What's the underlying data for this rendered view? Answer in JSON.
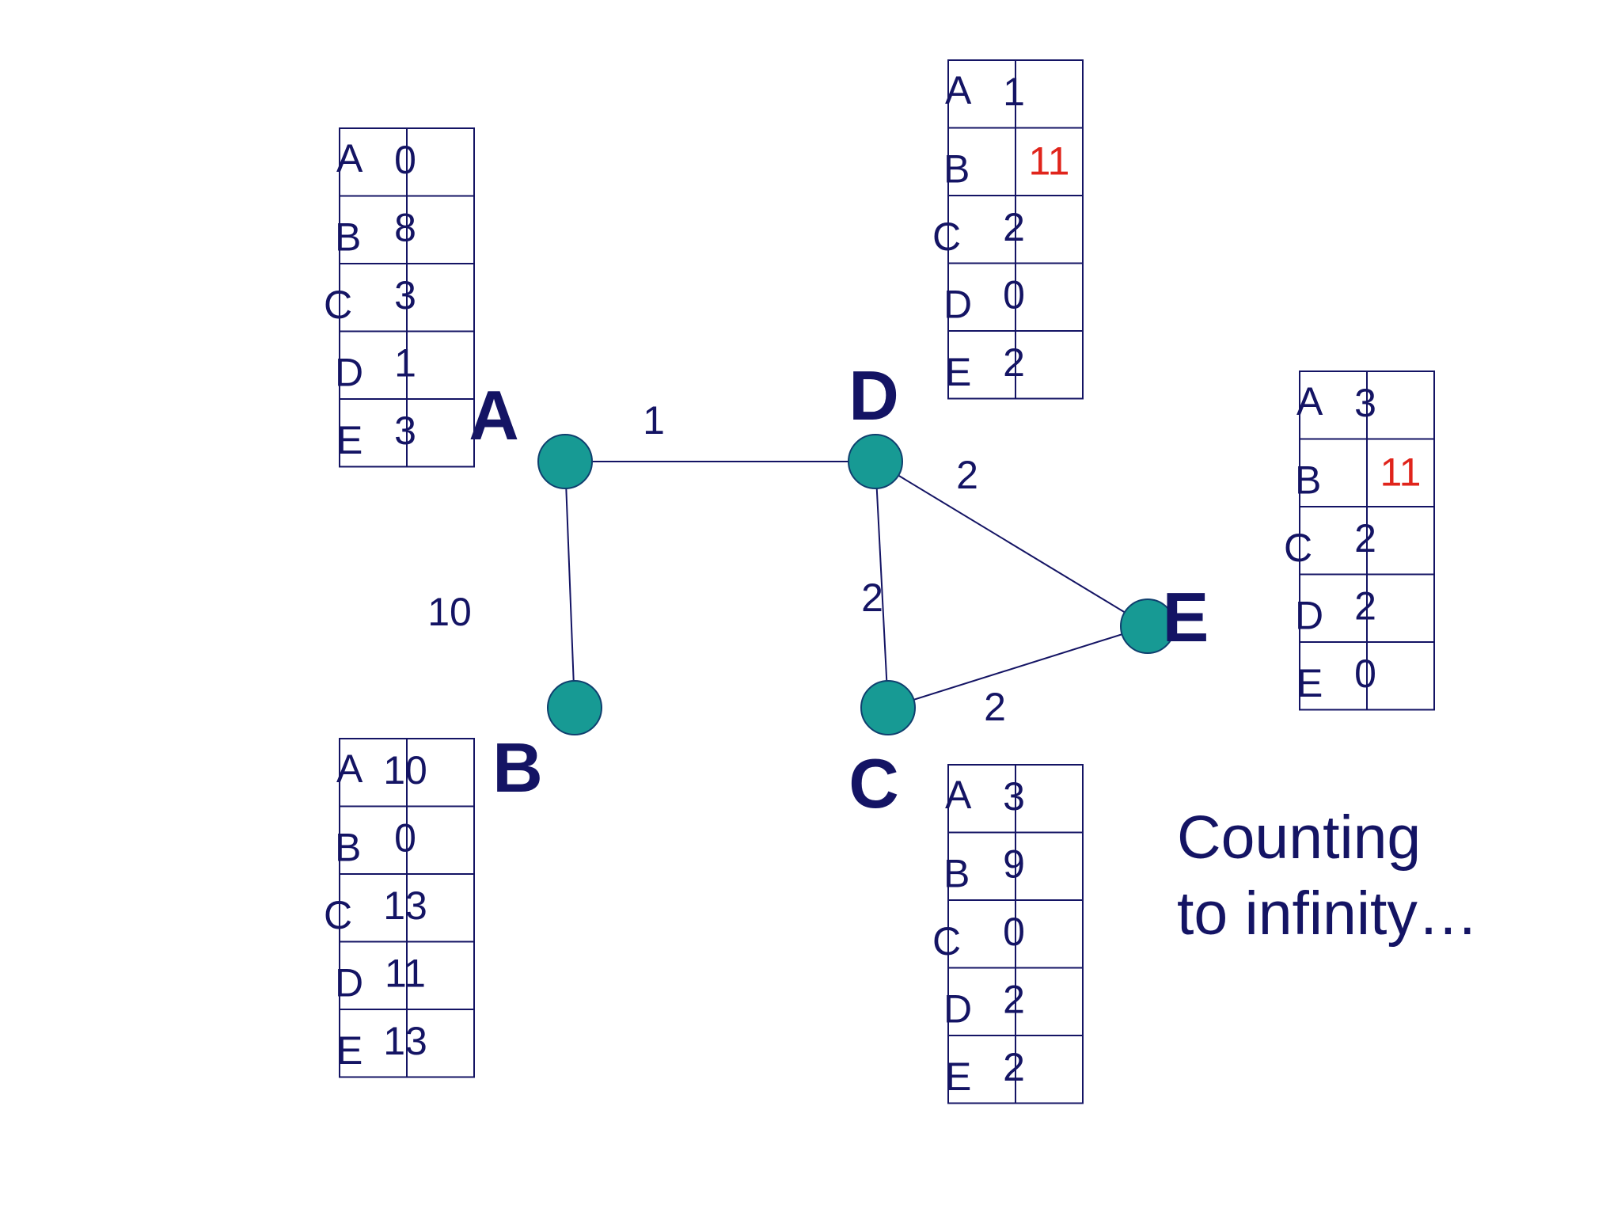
{
  "colors": {
    "ink": "#141464",
    "node_fill": "#179a94",
    "node_stroke": "#0f3f6e",
    "highlight": "#e0241b"
  },
  "nodes": [
    {
      "id": "A",
      "label": "A"
    },
    {
      "id": "B",
      "label": "B"
    },
    {
      "id": "C",
      "label": "C"
    },
    {
      "id": "D",
      "label": "D"
    },
    {
      "id": "E",
      "label": "E"
    }
  ],
  "edges": [
    {
      "from": "A",
      "to": "D",
      "weight": "1"
    },
    {
      "from": "A",
      "to": "B",
      "weight": "10"
    },
    {
      "from": "D",
      "to": "C",
      "weight": "2"
    },
    {
      "from": "D",
      "to": "E",
      "weight": "2"
    },
    {
      "from": "C",
      "to": "E",
      "weight": "2"
    }
  ],
  "tables": [
    {
      "node": "A",
      "rows": [
        {
          "dest": "A",
          "col1": "0",
          "col2": ""
        },
        {
          "dest": "B",
          "col1": "8",
          "col2": ""
        },
        {
          "dest": "C",
          "col1": "3",
          "col2": ""
        },
        {
          "dest": "D",
          "col1": "1",
          "col2": ""
        },
        {
          "dest": "E",
          "col1": "3",
          "col2": ""
        }
      ]
    },
    {
      "node": "B",
      "rows": [
        {
          "dest": "A",
          "col1": "10",
          "col2": ""
        },
        {
          "dest": "B",
          "col1": "0",
          "col2": ""
        },
        {
          "dest": "C",
          "col1": "13",
          "col2": ""
        },
        {
          "dest": "D",
          "col1": "11",
          "col2": ""
        },
        {
          "dest": "E",
          "col1": "13",
          "col2": ""
        }
      ]
    },
    {
      "node": "D",
      "rows": [
        {
          "dest": "A",
          "col1": "1",
          "col2": ""
        },
        {
          "dest": "B",
          "col1": "",
          "col2": "11",
          "col2_highlight": true
        },
        {
          "dest": "C",
          "col1": "2",
          "col2": ""
        },
        {
          "dest": "D",
          "col1": "0",
          "col2": ""
        },
        {
          "dest": "E",
          "col1": "2",
          "col2": ""
        }
      ]
    },
    {
      "node": "C",
      "rows": [
        {
          "dest": "A",
          "col1": "3",
          "col2": ""
        },
        {
          "dest": "B",
          "col1": "9",
          "col2": ""
        },
        {
          "dest": "C",
          "col1": "0",
          "col2": ""
        },
        {
          "dest": "D",
          "col1": "2",
          "col2": ""
        },
        {
          "dest": "E",
          "col1": "2",
          "col2": ""
        }
      ]
    },
    {
      "node": "E",
      "rows": [
        {
          "dest": "A",
          "col1": "3",
          "col2": ""
        },
        {
          "dest": "B",
          "col1": "",
          "col2": "11",
          "col2_highlight": true
        },
        {
          "dest": "C",
          "col1": "2",
          "col2": ""
        },
        {
          "dest": "D",
          "col1": "2",
          "col2": ""
        },
        {
          "dest": "E",
          "col1": "0",
          "col2": ""
        }
      ]
    }
  ],
  "caption": {
    "line1": "Counting",
    "line2": "to infinity…"
  }
}
